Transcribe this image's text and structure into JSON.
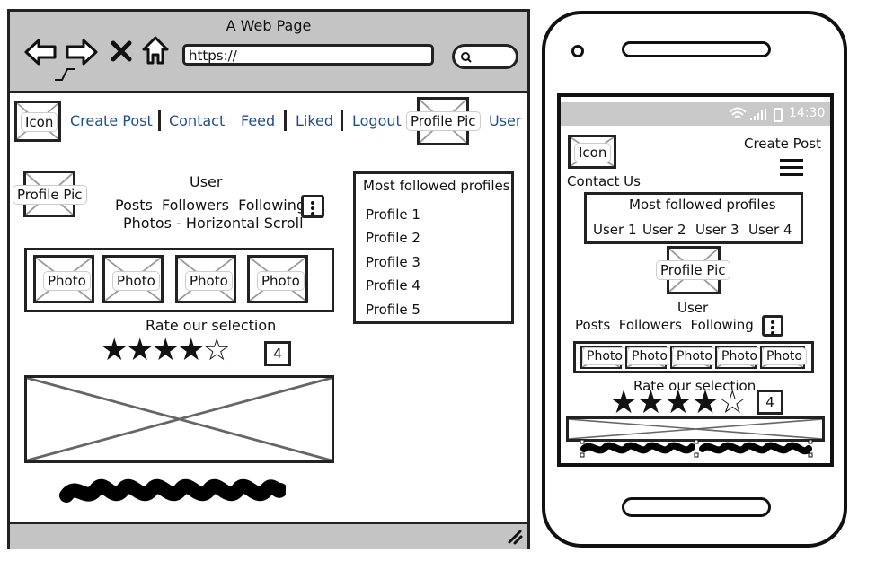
{
  "browser": {
    "title": "A Web Page",
    "url": "https://"
  },
  "nav": {
    "icon_label": "Icon",
    "links": [
      "Create Post",
      "Contact",
      "Feed",
      "Liked",
      "Logout"
    ],
    "profile_pic_label": "Profile Pic",
    "user_link": "User"
  },
  "profile": {
    "pic_label": "Profile Pic",
    "name": "User",
    "stats": "Posts  Followers  Following",
    "photos_caption": "Photos - Horizontal Scroll",
    "photos": [
      "Photo",
      "Photo",
      "Photo",
      "Photo"
    ]
  },
  "rating": {
    "label": "Rate our selection",
    "stars_filled": 4,
    "stars_total": 5,
    "value": "4"
  },
  "sidebar": {
    "title": "Most followed profiles",
    "profiles": [
      "Profile 1",
      "Profile 2",
      "Profile 3",
      "Profile 4",
      "Profile 5"
    ]
  },
  "mobile": {
    "time": "14:30",
    "icon_label": "Icon",
    "create_post": "Create Post",
    "contact_us": "Contact Us",
    "most_followed_title": "Most followed profiles",
    "users": [
      "User 1",
      "User 2",
      "User 3",
      "User 4"
    ],
    "profile_pic_label": "Profile Pic",
    "user_name": "User",
    "stats": "Posts  Followers  Following",
    "photos": [
      "Photo",
      "Photo",
      "Photo",
      "Photo",
      "Photo"
    ],
    "rate_label": "Rate our selection",
    "rating_value": "4"
  }
}
